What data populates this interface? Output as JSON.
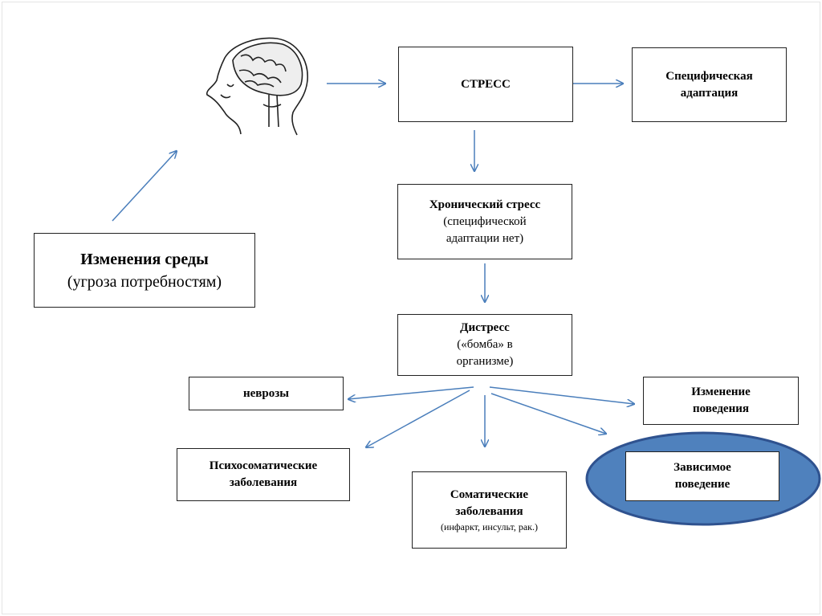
{
  "colors": {
    "arrow": "#4a7ebb",
    "ellipse_fill": "#4f81bd",
    "ellipse_stroke": "#2f528f"
  },
  "head_icon": "human-head-brain-illustration",
  "nodes": {
    "environment": {
      "title": "Изменения среды",
      "subtitle": "(угроза потребностям)"
    },
    "stress": {
      "title": "СТРЕСС"
    },
    "specific": {
      "line1": "Специфическая",
      "line2": "адаптация"
    },
    "chronic": {
      "title": "Хронический стресс",
      "line2": "(специфической",
      "line3": "адаптации нет)"
    },
    "distress": {
      "title": "Дистресс",
      "line2": "(«бомба» в",
      "line3": "организме)"
    },
    "neuroses": {
      "title": "неврозы"
    },
    "psychosomatic": {
      "line1": "Психосоматические",
      "line2": "заболевания"
    },
    "somatic": {
      "line1": "Соматические",
      "line2": "заболевания",
      "line3": "(инфаркт, инсульт, рак.)"
    },
    "behavior": {
      "line1": "Изменение",
      "line2": "поведения"
    },
    "dependent": {
      "line1": "Зависимое",
      "line2": "поведение"
    }
  }
}
